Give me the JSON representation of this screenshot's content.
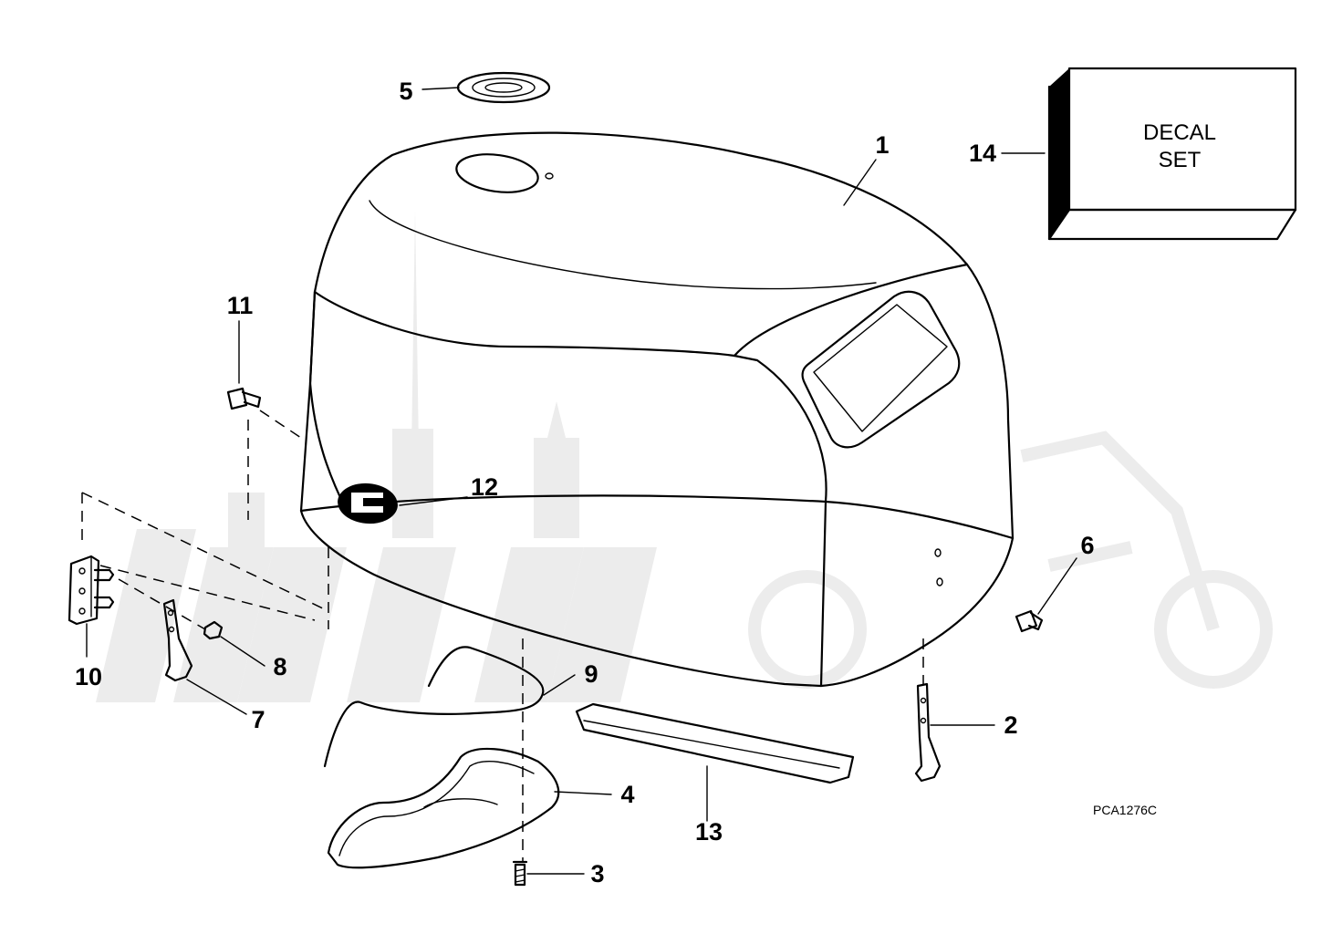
{
  "diagram": {
    "decal_box": {
      "line1": "DECAL",
      "line2": "SET"
    },
    "reference_code": "PCA1276C",
    "callouts": [
      {
        "id": "1",
        "text": "1"
      },
      {
        "id": "2",
        "text": "2"
      },
      {
        "id": "3",
        "text": "3"
      },
      {
        "id": "4",
        "text": "4"
      },
      {
        "id": "5",
        "text": "5"
      },
      {
        "id": "6",
        "text": "6"
      },
      {
        "id": "7",
        "text": "7"
      },
      {
        "id": "8",
        "text": "8"
      },
      {
        "id": "9",
        "text": "9"
      },
      {
        "id": "10",
        "text": "10"
      },
      {
        "id": "11",
        "text": "11"
      },
      {
        "id": "12",
        "text": "12"
      },
      {
        "id": "13",
        "text": "13"
      },
      {
        "id": "14",
        "text": "14"
      }
    ]
  }
}
